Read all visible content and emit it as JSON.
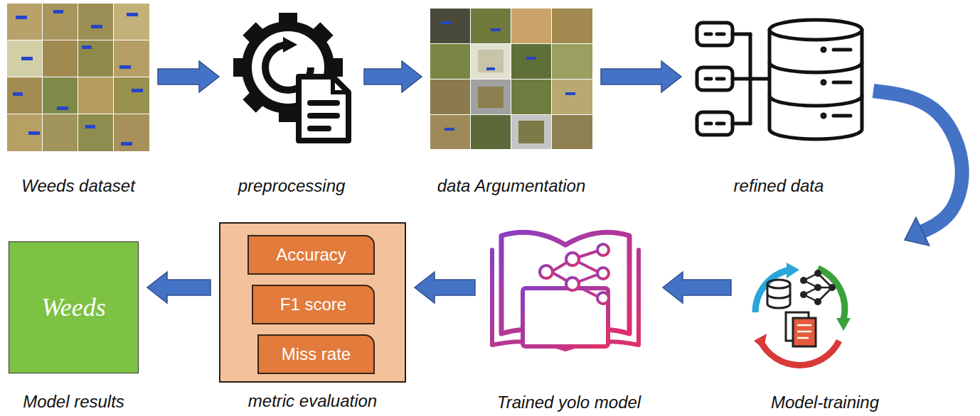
{
  "diagram": {
    "nodes": [
      {
        "text": [
          "Weeds dataset"
        ]
      },
      {
        "text": [
          "preprocessing"
        ]
      },
      {
        "text": [
          "data Argumentation"
        ]
      },
      {
        "text": [
          "refined data"
        ]
      },
      {
        "text": [
          "Model-training"
        ]
      },
      {
        "text": [
          "Trained yolo model"
        ]
      },
      {
        "text": [
          "metric evaluation"
        ]
      },
      {
        "text": [
          "Accuracy"
        ],
        "in": 6
      },
      {
        "text": [
          "F1 score"
        ],
        "in": 6
      },
      {
        "text": [
          "Miss rate"
        ],
        "in": 6
      },
      {
        "text": [
          "Weeds",
          "Model results"
        ]
      }
    ],
    "edges": [
      {
        "from": 0,
        "to": 1,
        "arrow": "to"
      },
      {
        "from": 1,
        "to": 2,
        "arrow": "to"
      },
      {
        "from": 2,
        "to": 3,
        "arrow": "to"
      },
      {
        "from": 3,
        "to": 4,
        "arrow": "to"
      },
      {
        "from": 4,
        "to": 5,
        "arrow": "to"
      },
      {
        "from": 5,
        "to": 6,
        "arrow": "to"
      },
      {
        "from": 6,
        "to": 10,
        "arrow": "to"
      }
    ]
  }
}
